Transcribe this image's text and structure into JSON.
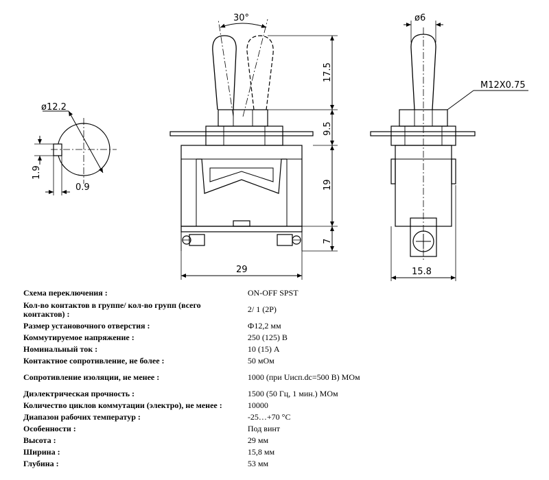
{
  "drawing": {
    "angle_label": "30°",
    "height_17_5": "17.5",
    "height_9_5": "9.5",
    "height_19": "19",
    "height_7": "7",
    "width_29": "29",
    "toggle_diameter": "ø6",
    "thread_label": "M12X0.75",
    "width_15_8": "15.8",
    "hole_diameter": "ø12.2",
    "key_1_9": "1.9",
    "key_0_9": "0.9"
  },
  "specs": [
    {
      "label": "Схема переключения :",
      "value": "ON-OFF SPST"
    },
    {
      "label": "Кол-во контактов в группе/ кол-во групп (всего контактов) :",
      "value": "2/ 1 (2P)"
    },
    {
      "label": "Размер установочного отверстия :",
      "value": "Ф12,2 мм"
    },
    {
      "label": "Коммутируемое напряжение :",
      "value": "250 (125) В"
    },
    {
      "label": "Номинальный ток :",
      "value": "10 (15) А"
    },
    {
      "label": "Контактное сопротивление, не более :",
      "value": "50 мОм"
    },
    {
      "label": "Сопротивление изоляции, не менее :",
      "value": "1000 (при Uисп.dc=500 В) МОм"
    },
    {
      "label": "Диэлектрическая прочность :",
      "value": "1500 (50 Гц, 1 мин.) МОм"
    },
    {
      "label": "Количество циклов коммутации (электро), не менее :",
      "value": "10000"
    },
    {
      "label": "Диапазон рабочих температур :",
      "value": "-25…+70 °С"
    },
    {
      "label": "Особенности :",
      "value": "Под винт"
    },
    {
      "label": "Высота :",
      "value": "29 мм"
    },
    {
      "label": "Ширина :",
      "value": "15,8 мм"
    },
    {
      "label": "Глубина :",
      "value": "53 мм"
    }
  ]
}
